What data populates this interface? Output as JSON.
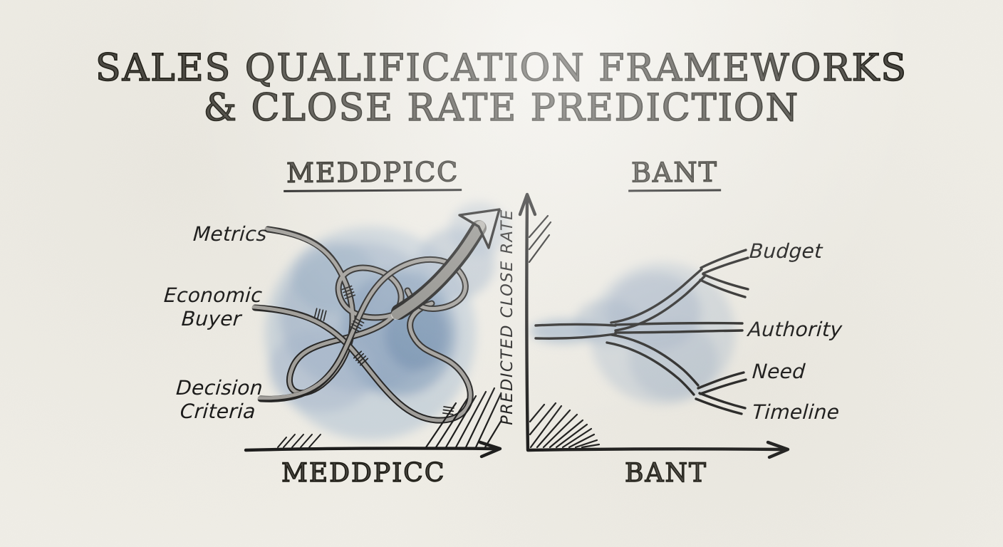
{
  "title": {
    "line1": "SALES QUALIFICATION FRAMEWORKS",
    "line2": "& CLOSE RATE PREDICTION"
  },
  "y_axis": {
    "label": "PREDICTED CLOSE RATE"
  },
  "meddpicc": {
    "heading": "MEDDPICC",
    "axis_label": "MEDDPICC",
    "items": {
      "metrics": "Metrics",
      "economic_line1": "Economic",
      "economic_line2": "Buyer",
      "decision_line1": "Decision",
      "decision_line2": "Criteria"
    }
  },
  "bant": {
    "heading": "BANT",
    "axis_label": "BANT",
    "items": {
      "budget": "Budget",
      "authority": "Authority",
      "need": "Need",
      "timeline": "Timeline"
    }
  },
  "colors": {
    "paper": "#f0eee7",
    "ink": "#17160f",
    "watercolor_core": "#6a88ac",
    "watercolor_edge": "#b7c6d6"
  }
}
